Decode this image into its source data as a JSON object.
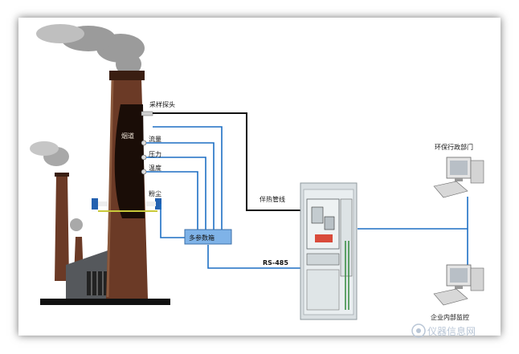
{
  "labels": {
    "sampling_probe": "采样探头",
    "flue": "烟道",
    "flow_rate": "流量",
    "pressure": "压力",
    "temperature": "温度",
    "dust": "粉尘",
    "multi_param_box": "多参数箱",
    "heated_line": "伴热管线",
    "rs485": "RS-485",
    "env_department": "环保行政部门",
    "enterprise_monitor": "企业内部监控"
  },
  "watermark": "仪器信息网",
  "colors": {
    "chimney": "#6b3a26",
    "chimney_dark": "#3a1e12",
    "cable_blue": "#1d6fc4",
    "heated_line": "#111111",
    "box_fill": "#7fb3e8",
    "cabinet": "#d9dfe2"
  }
}
